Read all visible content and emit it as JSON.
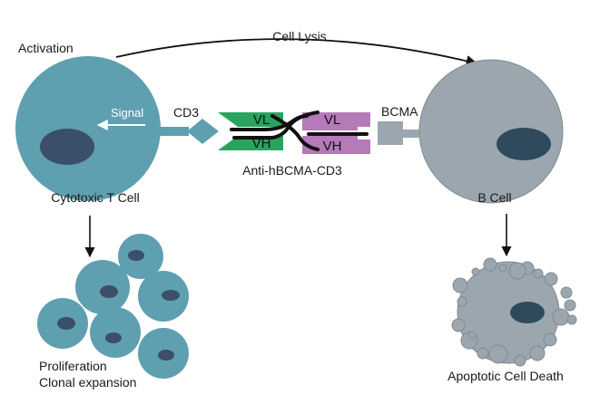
{
  "labels": {
    "activation": "Activation",
    "cell_lysis": "Cell Lysis",
    "signal": "Signal",
    "cd3": "CD3",
    "vl_green": "VL",
    "vh_green": "VH",
    "vl_purple": "VL",
    "vh_purple": "VH",
    "bcma": "BCMA",
    "antibody": "Anti-hBCMA-CD3",
    "t_cell": "Cytotoxic T Cell",
    "b_cell": "B Cell",
    "proliferation": "Proliferation",
    "clonal": "Clonal expansion",
    "apoptosis": "Apoptotic Cell Death"
  },
  "colors": {
    "t_cell": "#5e9fb0",
    "t_nucleus": "#3b4f68",
    "b_cell": "#9ba6ae",
    "b_nucleus": "#2e4a5c",
    "green_domain": "#2aa35f",
    "purple_domain": "#b57ab8",
    "bcma_receptor": "#9ba6ae",
    "arrow": "#111111"
  }
}
